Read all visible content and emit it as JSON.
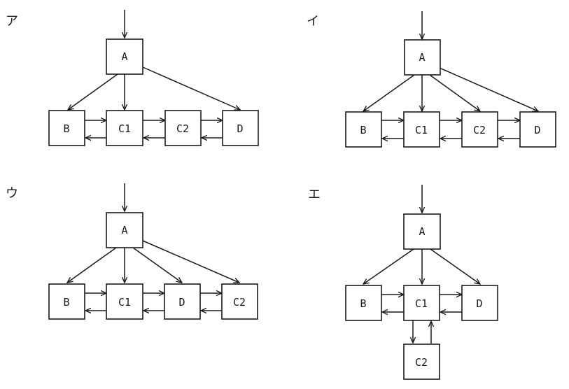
{
  "diagrams": [
    {
      "label": "ア",
      "nodes": [
        {
          "id": "A",
          "label": "A"
        },
        {
          "id": "B",
          "label": "B"
        },
        {
          "id": "C1",
          "label": "C1"
        },
        {
          "id": "C2",
          "label": "C2"
        },
        {
          "id": "D",
          "label": "D"
        }
      ],
      "edges": [
        {
          "from": "entry",
          "to": "A"
        },
        {
          "from": "A",
          "to": "B"
        },
        {
          "from": "A",
          "to": "C1"
        },
        {
          "from": "A",
          "to": "D"
        },
        {
          "from": "B",
          "to": "C1"
        },
        {
          "from": "C1",
          "to": "B"
        },
        {
          "from": "C1",
          "to": "C2"
        },
        {
          "from": "C2",
          "to": "C1"
        },
        {
          "from": "C2",
          "to": "D"
        },
        {
          "from": "D",
          "to": "C2"
        }
      ]
    },
    {
      "label": "イ",
      "nodes": [
        {
          "id": "A",
          "label": "A"
        },
        {
          "id": "B",
          "label": "B"
        },
        {
          "id": "C1",
          "label": "C1"
        },
        {
          "id": "C2",
          "label": "C2"
        },
        {
          "id": "D",
          "label": "D"
        }
      ],
      "edges": [
        {
          "from": "entry",
          "to": "A"
        },
        {
          "from": "A",
          "to": "B"
        },
        {
          "from": "A",
          "to": "C1"
        },
        {
          "from": "A",
          "to": "C2"
        },
        {
          "from": "A",
          "to": "D"
        },
        {
          "from": "B",
          "to": "C1"
        },
        {
          "from": "C1",
          "to": "B"
        },
        {
          "from": "C1",
          "to": "C2"
        },
        {
          "from": "C2",
          "to": "C1"
        },
        {
          "from": "C2",
          "to": "D"
        },
        {
          "from": "D",
          "to": "C2"
        }
      ]
    },
    {
      "label": "ウ",
      "nodes": [
        {
          "id": "A",
          "label": "A"
        },
        {
          "id": "B",
          "label": "B"
        },
        {
          "id": "C1",
          "label": "C1"
        },
        {
          "id": "D",
          "label": "D"
        },
        {
          "id": "C2",
          "label": "C2"
        }
      ],
      "edges": [
        {
          "from": "entry",
          "to": "A"
        },
        {
          "from": "A",
          "to": "B"
        },
        {
          "from": "A",
          "to": "C1"
        },
        {
          "from": "A",
          "to": "D"
        },
        {
          "from": "A",
          "to": "C2"
        },
        {
          "from": "B",
          "to": "C1"
        },
        {
          "from": "C1",
          "to": "B"
        },
        {
          "from": "C1",
          "to": "D"
        },
        {
          "from": "D",
          "to": "C1"
        },
        {
          "from": "D",
          "to": "C2"
        },
        {
          "from": "C2",
          "to": "D"
        }
      ]
    },
    {
      "label": "エ",
      "nodes": [
        {
          "id": "A",
          "label": "A"
        },
        {
          "id": "B",
          "label": "B"
        },
        {
          "id": "C1",
          "label": "C1"
        },
        {
          "id": "D",
          "label": "D"
        },
        {
          "id": "C2",
          "label": "C2"
        }
      ],
      "edges": [
        {
          "from": "entry",
          "to": "A"
        },
        {
          "from": "A",
          "to": "B"
        },
        {
          "from": "A",
          "to": "C1"
        },
        {
          "from": "A",
          "to": "D"
        },
        {
          "from": "B",
          "to": "C1"
        },
        {
          "from": "C1",
          "to": "B"
        },
        {
          "from": "C1",
          "to": "D"
        },
        {
          "from": "D",
          "to": "C1"
        },
        {
          "from": "C1",
          "to": "C2"
        },
        {
          "from": "C2",
          "to": "C1"
        }
      ]
    }
  ]
}
